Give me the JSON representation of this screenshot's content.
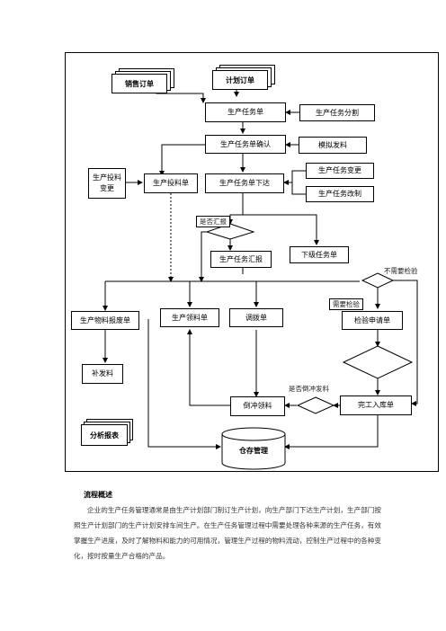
{
  "diagram": {
    "nodes": {
      "sales_order": "销售订单",
      "plan_order": "计划订单",
      "task_order": "生产任务单",
      "task_split": "生产任务分割",
      "task_confirm": "生产任务单确认",
      "simulate_issue": "模拟发料",
      "feed_change": "生产投料变更",
      "feed_order": "生产投料单",
      "task_issue": "生产任务单下达",
      "task_change": "生产任务变更",
      "task_modify": "生产任务改制",
      "task_report": "生产任务汇报",
      "sub_task": "下级任务单",
      "scrap": "生产物料报废单",
      "pick": "生产领料单",
      "transfer": "调拨单",
      "inspect_request": "检验申请单",
      "replenish": "补发料",
      "analysis_report": "分析报表",
      "backflush_pick": "倒冲领料",
      "finish_in": "完工入库单",
      "warehouse": "仓存管理"
    },
    "labels": {
      "whether_report": "是否汇报",
      "no_inspect": "不需要检验",
      "need_inspect": "需要检验",
      "whether_backflush": "是否倒冲发料"
    }
  },
  "text": {
    "heading": "流程概述",
    "paragraph": "企业的生产任务管理通常是由生产计划部门制订生产计划，向生产部门下达生产计划，生产部门按照生产计划部门的生产计划安排车间生产。在生产任务管理过程中需要处理各种来源的生产任务，有效掌握生产进度，及时了解物料和能力的可用情况，管理生产过程的物料流动，控制生产过程中的各种变化，按时按量生产合格的产品。"
  }
}
